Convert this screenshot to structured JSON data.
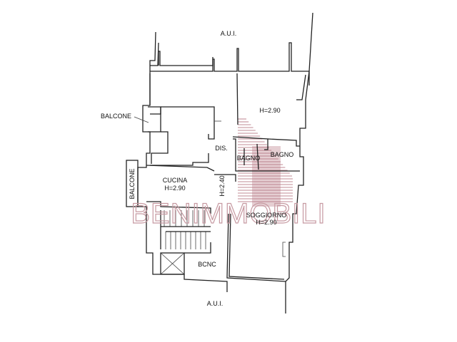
{
  "plan": {
    "labels": {
      "aui_top": "A.U.I.",
      "aui_bottom": "A.U.I.",
      "balcone_left": "BALCONE",
      "balcone_vertical": "BALCONE",
      "height_top_room": "H=2.90",
      "dis": "DIS.",
      "bagno_1": "BAGNO",
      "bagno_2": "BAGNO",
      "cucina": "CUCINA",
      "cucina_height": "H=2.90",
      "dis_height": "H=2.40",
      "soggiorno": "SOGGIORNO",
      "soggiorno_height": "H=2.90",
      "bcnc": "BCNC"
    },
    "watermark": "BENIMMOBILI",
    "colors": {
      "walls": "#222222",
      "watermark": "#c79aa2",
      "logo": "#b5737f"
    }
  }
}
